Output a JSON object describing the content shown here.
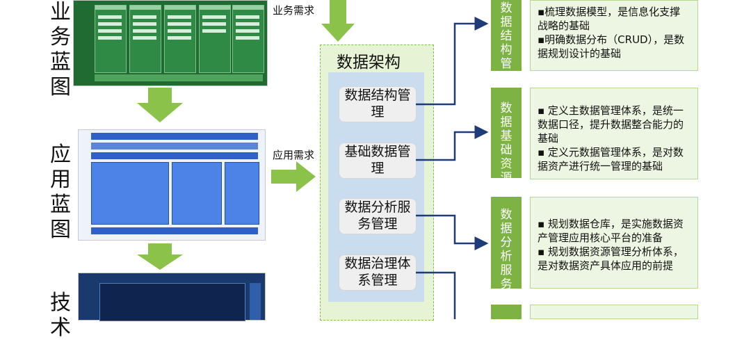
{
  "left_labels": {
    "business": "业务蓝图",
    "application": "应用蓝图",
    "technical": "技术"
  },
  "arrows": {
    "business_need": "业务需求",
    "application_need": "应用需求"
  },
  "architecture": {
    "title": "数据架构",
    "items": [
      "数据结构管理",
      "基础数据管理",
      "数据分析服务管理",
      "数据治理体系管理"
    ]
  },
  "meanings": [
    {
      "label": "数据结构管理意义",
      "points": [
        "▪梳理数据模型，是信息化支撑战略的基础",
        "▪明确数据分布（CRUD），是数据规划设计的基础"
      ]
    },
    {
      "label": "数据基础资源管理意义",
      "points": [
        "▪ 定义主数据管理体系，是统一数据口径，提升数据整合能力的基础",
        "▪ 定义元数据管理体系，是对数据资产进行统一管理的基础"
      ]
    },
    {
      "label": "数据分析服务管理意义",
      "points": [
        "▪ 规划数据仓库，是实施数据资产管理应用核心平台的准备",
        "▪ 规划数据资源管理分析体系，是对数据资产具体应用的前提"
      ]
    },
    {
      "label": "",
      "points": []
    }
  ],
  "colors": {
    "green": "#7cb342",
    "arrow_green": "#8bc34a",
    "navy": "#1f3c78",
    "panel_green": "#e6f3d5"
  }
}
